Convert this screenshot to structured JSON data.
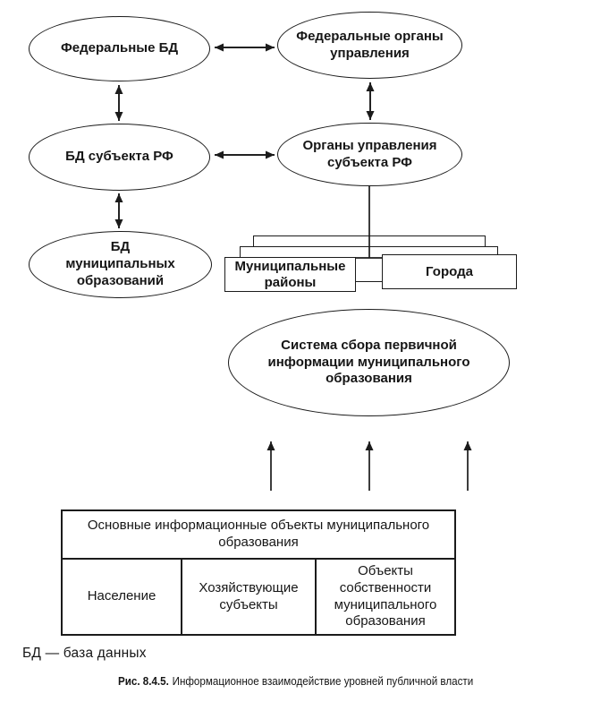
{
  "figure": {
    "colors": {
      "line": "#1b1b1b",
      "background": "#ffffff"
    },
    "nodes": {
      "federal_db": "Федеральные БД",
      "federal_authorities": "Федеральные органы управления",
      "subject_db": "БД субъекта РФ",
      "subject_authorities": "Органы управления субъекта РФ",
      "municipal_db": "БД муниципальных образований",
      "municipal_districts": "Муниципальные районы",
      "cities": "Города",
      "collection_system": "Система сбора первичной информации муниципального образования"
    },
    "info_table": {
      "header": "Основные информационные объекты муниципального образования",
      "cells": [
        "Население",
        "Хозяйствующие субъекты",
        "Объекты собственности муниципального образования"
      ]
    },
    "legend": "БД — база данных",
    "caption": {
      "label": "Рис. 8.4.5.",
      "text": "Информационное взаимодействие уровней публичной власти"
    }
  }
}
